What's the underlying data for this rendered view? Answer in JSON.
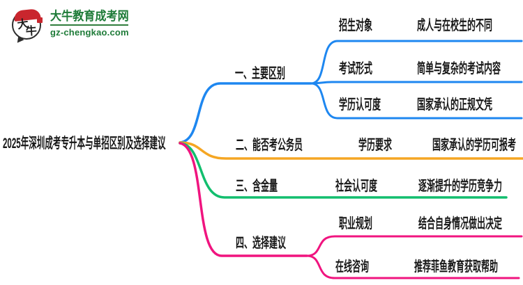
{
  "logo": {
    "brand_char_top": "大",
    "brand_char_bottom": "牛",
    "site_name": "大牛教育成考网",
    "site_url": "gz-chengkao.com",
    "green": "#1E7B38",
    "red": "#C9262E"
  },
  "main_topic": "2025年深圳成考专升本与单招区别及选择建议",
  "branches": [
    {
      "label": "一、主要区别",
      "color": "#1E87F0",
      "children": [
        {
          "label": "招生对象",
          "value": "成人与在校生的不同"
        },
        {
          "label": "考试形式",
          "value": "简单与复杂的考试内容"
        },
        {
          "label": "学历认可度",
          "value": "国家承认的正规文凭"
        }
      ]
    },
    {
      "label": "二、能否考公务员",
      "color": "#F5A623",
      "children": [
        {
          "label": "学历要求",
          "value": "国家承认的学历可报考"
        }
      ]
    },
    {
      "label": "三、含金量",
      "color": "#12BE6E",
      "children": [
        {
          "label": "社会认可度",
          "value": "逐渐提升的学历竞争力"
        }
      ]
    },
    {
      "label": "四、选择建议",
      "color": "#F0147F",
      "children": [
        {
          "label": "职业规划",
          "value": "结合自身情况做出决定"
        },
        {
          "label": "在线咨询",
          "value": "推荐菲鱼教育获取帮助"
        }
      ]
    }
  ]
}
